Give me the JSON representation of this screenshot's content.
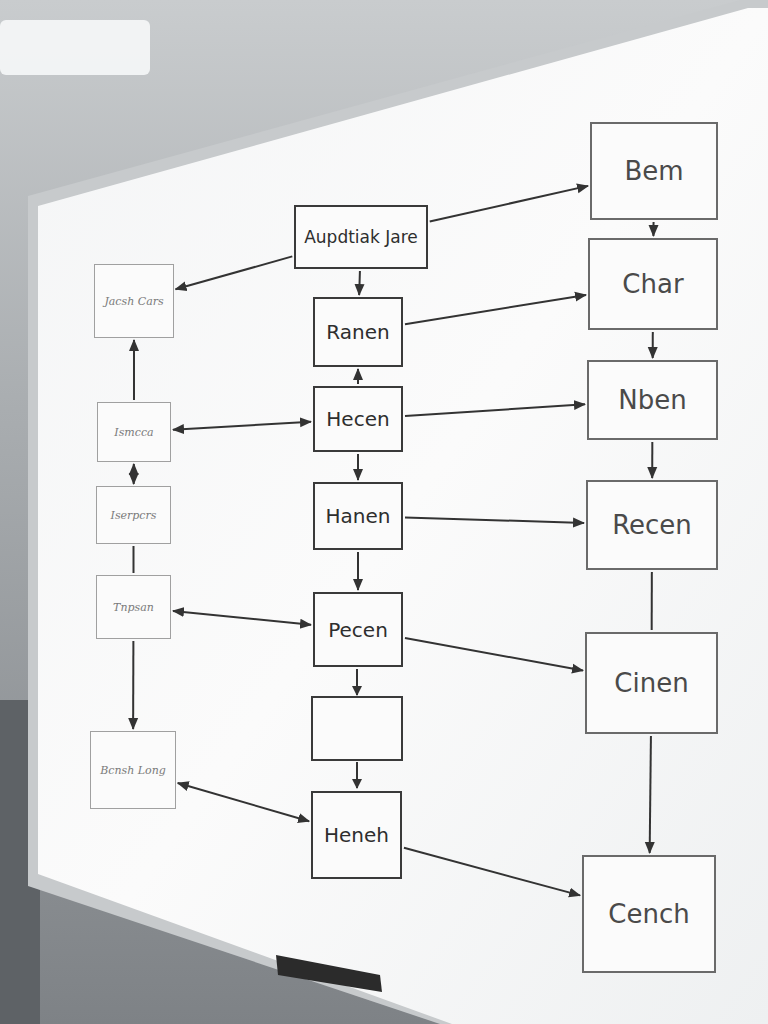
{
  "diagram": {
    "nodes": [
      {
        "text": [
          "Aupdtiak Jare"
        ]
      },
      {
        "text": [
          "Bem"
        ]
      },
      {
        "text": [
          "Jacsh Cars"
        ]
      },
      {
        "text": [
          "Char"
        ]
      },
      {
        "text": [
          "Ranen"
        ]
      },
      {
        "text": [
          "Ismcca"
        ]
      },
      {
        "text": [
          "Hecen"
        ]
      },
      {
        "text": [
          "Nben"
        ]
      },
      {
        "text": [
          "Iserpcrs"
        ]
      },
      {
        "text": [
          "Hanen"
        ]
      },
      {
        "text": [
          "Recen"
        ]
      },
      {
        "text": [
          "Tnpsan"
        ]
      },
      {
        "text": [
          "Pecen"
        ]
      },
      {
        "text": [
          "Cinen"
        ]
      },
      {
        "text": [
          "Bcnsh Long"
        ]
      },
      {
        "text": [
          "Heneh"
        ]
      },
      {
        "text": [
          "Cench"
        ]
      }
    ],
    "edges": [
      {
        "from": 0,
        "to": 1,
        "arrow": "to"
      },
      {
        "from": 0,
        "to": 2,
        "arrow": "to"
      },
      {
        "from": 0,
        "to": 4,
        "arrow": "to"
      },
      {
        "from": 4,
        "to": 3,
        "arrow": "to"
      },
      {
        "from": 6,
        "to": 4,
        "arrow": "to"
      },
      {
        "from": 6,
        "to": 5,
        "arrow": "both"
      },
      {
        "from": 6,
        "to": 7,
        "arrow": "to"
      },
      {
        "from": 6,
        "to": 9,
        "arrow": "to"
      },
      {
        "from": 9,
        "to": 10,
        "arrow": "to"
      },
      {
        "from": 9,
        "to": 12,
        "arrow": "to"
      },
      {
        "from": 12,
        "to": 11,
        "arrow": "both"
      },
      {
        "from": 12,
        "to": 13,
        "arrow": "to"
      },
      {
        "from": 15,
        "to": 14,
        "arrow": "both"
      },
      {
        "from": 15,
        "to": 16,
        "arrow": "to"
      },
      {
        "from": 1,
        "to": 3,
        "arrow": "to"
      },
      {
        "from": 3,
        "to": 7,
        "arrow": "to"
      },
      {
        "from": 7,
        "to": 10,
        "arrow": "to"
      },
      {
        "from": 10,
        "to": 13,
        "arrow": "none"
      },
      {
        "from": 13,
        "to": 16,
        "arrow": "to"
      },
      {
        "from": 5,
        "to": 2,
        "arrow": "to"
      },
      {
        "from": 5,
        "to": 8,
        "arrow": "both"
      },
      {
        "from": 8,
        "to": 11,
        "arrow": "none"
      },
      {
        "from": 11,
        "to": 14,
        "arrow": "to"
      }
    ]
  }
}
